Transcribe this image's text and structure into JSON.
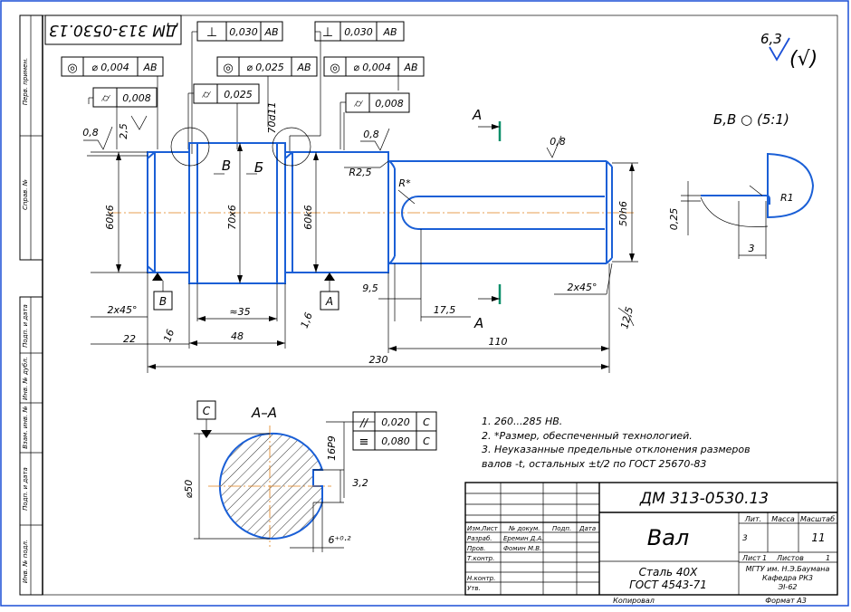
{
  "stamp": "ДМ 313-0530.13",
  "roughness": {
    "general": "6,3",
    "bracket": "(√)"
  },
  "tolerances": [
    {
      "sym": "⊥",
      "val": "0,030",
      "base": "АВ"
    },
    {
      "sym": "⊥",
      "val": "0,030",
      "base": "АВ"
    },
    {
      "sym": "◎",
      "val": "⌀ 0,004",
      "base": "АВ"
    },
    {
      "sym": "◎",
      "val": "⌀ 0,025",
      "base": "АВ"
    },
    {
      "sym": "◎",
      "val": "⌀ 0,004",
      "base": "АВ"
    },
    {
      "sym": "⌭",
      "val": "0,008",
      "base": ""
    },
    {
      "sym": "⌭",
      "val": "0,025",
      "base": ""
    },
    {
      "sym": "⌭",
      "val": "0,008",
      "base": ""
    },
    {
      "sym": "//",
      "val": "0,020",
      "base": "С"
    },
    {
      "sym": "≡",
      "val": "0,080",
      "base": "С"
    }
  ],
  "dims": {
    "d1": "60k6",
    "d2": "70x6",
    "d3": "60k6",
    "d4": "50h6",
    "d5": "70d11",
    "l_total": "230",
    "l_110": "110",
    "l_48": "48",
    "l_22": "22",
    "l_35": "≈35",
    "l_16a": "16",
    "l_16b": "1,6",
    "l_95": "9,5",
    "l_175": "17,5",
    "ch1": "2х45°",
    "ch2": "2х45°",
    "r25": "R2,5",
    "rstar": "R*",
    "rough_08a": "0,8",
    "rough_25": "2,5",
    "rough_08b": "0,8",
    "rough_08c": "0,8",
    "rough_125": "12,5",
    "datum_b": "В",
    "datum_a": "А",
    "datum_c": "С",
    "lbl_v": "В",
    "lbl_b": "Б",
    "sec_a1": "А",
    "sec_a2": "А"
  },
  "detail": {
    "title": "Б,В ○ (5:1)",
    "r1": "R1",
    "h": "0,25",
    "w": "3"
  },
  "section": {
    "title": "А–А",
    "dia": "⌀50",
    "key": "16P9",
    "depth": "3,2",
    "tol": "6⁺⁰·²"
  },
  "notes": [
    "1.  260...285 HB.",
    "2.  *Размер, обеспеченный технологией.",
    "3.  Неуказанные предельные отклонения размеров",
    "      валов -t, остальных ±t/2 по ГОСТ 25670-83"
  ],
  "title_block": {
    "code": "ДМ 313-0530.13",
    "name": "Вал",
    "material1": "Сталь 40Х",
    "material2": "ГОСТ 4543-71",
    "lit": "Лит.",
    "mass": "Масса",
    "scale": "Масштаб",
    "scale_val": "11",
    "sheet": "Лист",
    "sheet_n": "1",
    "sheets": "Листов",
    "sheets_n": "1",
    "org1": "МГТУ им. Н.Э.Баумана",
    "org2": "Кафедра РК3",
    "org3": "ЭI-62",
    "copied": "Копировал",
    "format": "Формат   А3",
    "rows": [
      {
        "a": "Изм.",
        "b": "Лист",
        "c": "№ докум.",
        "d": "Подп.",
        "e": "Дата"
      },
      {
        "a": "Разраб.",
        "b": "Еремин Д.А."
      },
      {
        "a": "Пров.",
        "b": "Фомин М.В."
      },
      {
        "a": "Т.контр."
      },
      {
        "a": ""
      },
      {
        "a": "Н.контр."
      },
      {
        "a": "Утв."
      }
    ]
  },
  "side_labels": [
    "Перв. примен.",
    "Справ. №",
    "Подп. и дата",
    "Инв. № дубл.",
    "Взам. инв. №",
    "Подп. и дата",
    "Инв. № подл."
  ]
}
